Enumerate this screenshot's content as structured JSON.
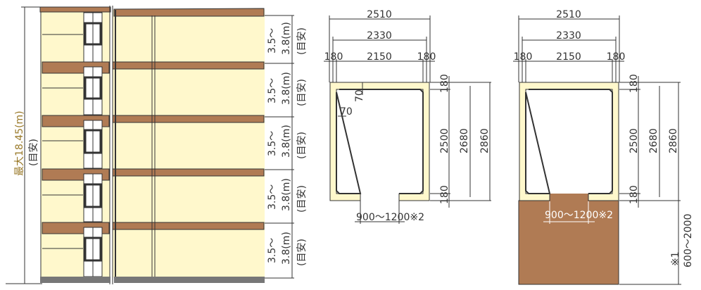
{
  "colors": {
    "wall": "#fff8cc",
    "band": "#b07b54",
    "ground": "#777777"
  },
  "elevation": {
    "total_height": "最大18.45(m)",
    "total_note": "(目安)",
    "floor_min": "3.5～",
    "floor_max": "3.8(m)",
    "floor_note": "(目安)"
  },
  "section_a": {
    "outer_width": "2510",
    "mid_width": "2330",
    "inner_width": "2150",
    "wall_left": "180",
    "wall_right": "180",
    "chamfer_v": "70",
    "chamfer_h": "70",
    "wall_top": "180",
    "inner_height": "2500",
    "mid_height": "2680",
    "outer_height": "2860",
    "wall_bottom": "180",
    "opening": "900～1200※2"
  },
  "section_b": {
    "outer_width": "2510",
    "mid_width": "2330",
    "inner_width": "2150",
    "wall_left": "180",
    "wall_right": "180",
    "wall_top": "180",
    "inner_height": "2500",
    "mid_height": "2680",
    "outer_height": "2860",
    "wall_bottom": "180",
    "opening": "900～1200※2",
    "base_height": "600～2000",
    "base_note": "※1"
  }
}
